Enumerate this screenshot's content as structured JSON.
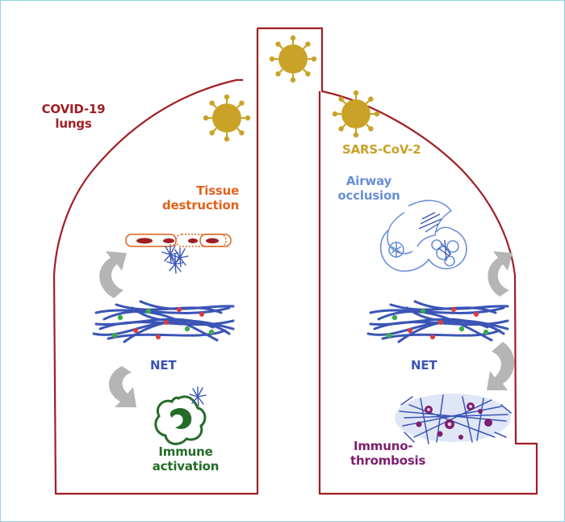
{
  "title": [
    "COVID-19",
    "lungs"
  ],
  "virus_label": "SARS-CoV-2",
  "left_lung": {
    "tissue_label": [
      "Tissue",
      "destruction"
    ],
    "net_label": "NET",
    "immune_label": [
      "Immune",
      "activation"
    ]
  },
  "right_lung": {
    "airway_label": [
      "Airway",
      "occlusion"
    ],
    "net_label": "NET",
    "thrombosis_label": [
      "Immuno-",
      "thrombosis"
    ]
  },
  "colors": {
    "lung_outline": "#a01e23",
    "title": "#a01e23",
    "virus": "#c9a227",
    "tissue": "#e0631d",
    "net_fiber": "#3b55b5",
    "airway": "#6a8fd4",
    "immune": "#256b2a",
    "thrombosis": "#7d1f6e",
    "arrow": "#b5b5b5",
    "dot_green": "#3dab4a",
    "dot_red": "#e23b3b"
  }
}
